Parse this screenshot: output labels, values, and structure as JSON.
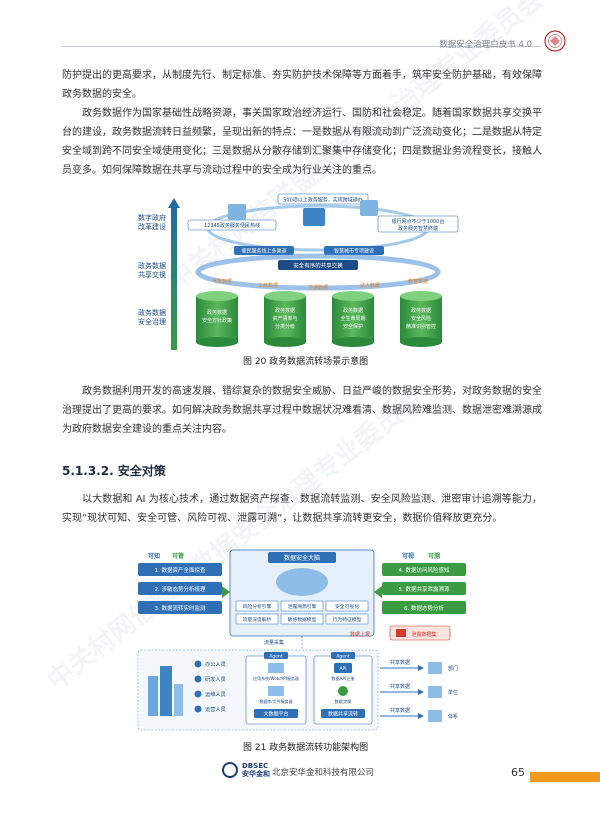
{
  "header": {
    "title": "数据安全治理白皮书 4.0"
  },
  "paragraphs": {
    "p1": "防护提出的更高要求，从制度先行、制定标准、夯实防护技术保障等方面着手，筑牢安全防护基础，有效保障政务数据的安全。",
    "p2": "政务数据作为国家基础性战略资源，事关国家政治经济运行、国防和社会稳定。随着国家数据共享交换平台的建设，政务数据流转日益频繁，呈现出新的特点：一是数据从有限流动到广泛流动变化；二是数据从特定安全域到跨不同安全域使用变化；三是数据从分散存储到汇聚集中存储变化；四是数据业务流程变长，接触人员变多。如何保障数据在共享与流动过程中的安全成为行业关注的重点。",
    "p3": "政务数据利用开发的高速发展、错综复杂的数据安全威胁、日益严峻的数据安全形势，对政务数据的安全治理提出了更高的要求。如何解决政务数据共享过程中数据状况难看清、数据风险难监测、数据泄密难溯源成为政府数据安全建设的重点关注内容。",
    "p4": "以大数据和 AI 为核心技术，通过数据资产探查、数据流转监测、安全风险监测、泄密审计追溯等能力，实现“现状可知、安全可管、风险可视、泄露可溯”，让数据共享流转更安全，数据价值释放更充分。"
  },
  "section": {
    "title": "5.1.3.2. 安全对策"
  },
  "figure1": {
    "caption": "图 20   政务数据流转场景示意图",
    "left_labels": [
      "数字政府\n改革建设",
      "政务数据\n共享交换",
      "政务数据\n安全治理"
    ],
    "top_items": [
      "500项以上政务服务，实现跨域通办",
      "12345政务服务便民热线",
      "银行网点不少于1000台\n政务服务智慧终端",
      "便民服务线上多渠道",
      "智慧城市专项建设"
    ],
    "ring_label": "安全有序的共享交换",
    "ring_items": [
      "气象数据",
      "工商数据",
      "交通数据",
      "法人数据",
      "教育数据"
    ],
    "cylinders": [
      "政务数据\n安全方针政策",
      "政务数据\n资产清单与\n分类分级",
      "政务数据\n全生命周期\n安全保护",
      "政务数据\n安全风险\n精准识别管控"
    ]
  },
  "figure2": {
    "caption": "图 21   政务数据流转功能架构图",
    "top_title": "数据安全大脑",
    "left_head": [
      "可知",
      "可管"
    ],
    "right_head": [
      "可视",
      "可溯"
    ],
    "left_items": [
      "1. 数据资产全面探查",
      "2. 涉敏态势分析梳理",
      "3. 数据流转实时监测"
    ],
    "right_items": [
      "4. 数据访问风险感知",
      "5. 数据共享泄露溯源",
      "6. 数据态势分析"
    ],
    "center_grid": [
      "风险分析引擎",
      "泄露溯源引擎",
      "安全可视化",
      "流量深度解析",
      "敏感数据模型",
      "行为特征模型"
    ],
    "mid_labels": [
      "流量采集",
      "数据上报"
    ],
    "report_box": "泄露数据集",
    "people": [
      "办公人员",
      "研发人员",
      "运维人员",
      "运营人员"
    ],
    "agent_label": "Agent",
    "platform_left": [
      "应用系统/Web/API服务器",
      "数据库/文件服务器"
    ],
    "platform_left_title": "大数据平台",
    "platform_right": [
      "数据API注册",
      "数据交换"
    ],
    "platform_right_title": "数据共享流转",
    "share_label": "共享数据",
    "dest": [
      "部门",
      "单位",
      "体系"
    ],
    "api_label": "API"
  },
  "footer": {
    "brand_en": "DBSEC",
    "brand_cn": "安华金和",
    "company": "北京安华金和科技有限公司",
    "page_number": "65"
  },
  "watermark": {
    "text1": "中关村网信联盟数据安全治理专业委员会",
    "text2": "中关村网信联盟数据安全治理专业委员会"
  },
  "colors": {
    "accent_orange": "#f39a1e",
    "brand_blue": "#1d3d7a",
    "figure_blue": "#2f6fb6",
    "figure_green": "#3a9b43",
    "figure_red": "#d63a2f"
  }
}
